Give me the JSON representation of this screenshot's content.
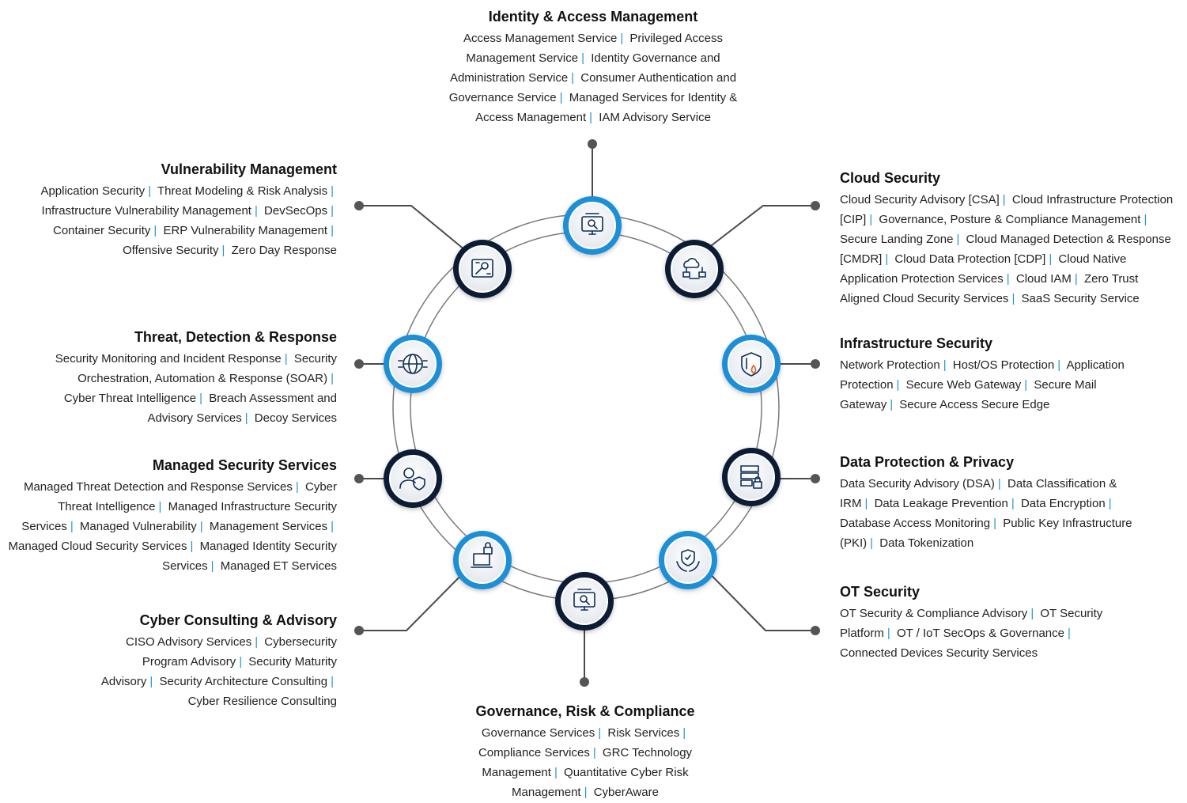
{
  "colors": {
    "accent_blue": "#1e8fd6",
    "navy": "#0f1b36",
    "connector": "#4a4a4a",
    "separator": "#2196d3"
  },
  "sections": [
    {
      "id": "iam",
      "title": "Identity & Access Management",
      "icon": "monitor-search-icon",
      "ring": "blue",
      "items": [
        "Access Management Service",
        "Privileged Access Management  Service",
        "Identity Governance and Administration Service",
        "Consumer Authentication and Governance Service",
        "Managed Services for Identity & Access Management",
        "IAM Advisory Service"
      ]
    },
    {
      "id": "cloud",
      "title": "Cloud Security",
      "icon": "cloud-network-icon",
      "ring": "navy",
      "items": [
        "Cloud Security Advisory [CSA]",
        "Cloud Infrastructure Protection [CIP]",
        "Governance, Posture & Compliance Management",
        "Secure Landing Zone",
        "Cloud Managed Detection & Response [CMDR]",
        "Cloud Data Protection [CDP]",
        "Cloud Native Application Protection Services",
        "Cloud IAM",
        "Zero Trust Aligned Cloud Security Services",
        "SaaS Security Service"
      ]
    },
    {
      "id": "infra",
      "title": "Infrastructure Security",
      "icon": "shield-fire-icon",
      "ring": "blue",
      "items": [
        "Network Protection",
        "Host/OS Protection",
        "Application Protection",
        "Secure Web Gateway",
        "Secure Mail Gateway",
        "Secure Access Secure Edge"
      ]
    },
    {
      "id": "data",
      "title": "Data Protection & Privacy",
      "icon": "server-lock-icon",
      "ring": "navy",
      "items": [
        "Data Security Advisory (DSA)",
        "Data Classification & IRM",
        "Data Leakage Prevention",
        "Data Encryption",
        "Database Access Monitoring",
        "Public Key Infrastructure (PKI)",
        "Data Tokenization"
      ]
    },
    {
      "id": "ot",
      "title": "OT Security",
      "icon": "hands-shield-icon",
      "ring": "blue",
      "items": [
        "OT Security & Compliance Advisory",
        "OT Security Platform",
        "OT / IoT SecOps & Governance",
        "Connected Devices Security Services"
      ]
    },
    {
      "id": "grc",
      "title": "Governance, Risk & Compliance",
      "icon": "monitor-search-icon",
      "ring": "navy",
      "items": [
        "Governance Services",
        "Risk Services",
        "Compliance Services",
        "GRC Technology Management",
        "Quantitative Cyber Risk Management",
        "CyberAware"
      ]
    },
    {
      "id": "consulting",
      "title": "Cyber Consulting  & Advisory",
      "icon": "laptop-lock-icon",
      "ring": "blue",
      "items": [
        "CISO Advisory Services",
        "Cybersecurity Program Advisory",
        "Security Maturity Advisory",
        "Security Architecture Consulting",
        "Cyber Resilience Consulting"
      ]
    },
    {
      "id": "mss",
      "title": "Managed Security Services",
      "icon": "user-shield-icon",
      "ring": "navy",
      "items": [
        "Managed Threat Detection and Response Services",
        "Cyber Threat Intelligence",
        "Managed Infrastructure Security Services",
        "Managed Vulnerability",
        "Management Services",
        "Managed Cloud Security Services",
        "Managed Identity Security Services",
        "Managed ET Services"
      ]
    },
    {
      "id": "tdr",
      "title": "Threat, Detection & Response",
      "icon": "globe-shield-icon",
      "ring": "blue",
      "items": [
        "Security Monitoring and Incident Response",
        "Security Orchestration, Automation & Response (SOAR)",
        "Cyber Threat Intelligence",
        "Breach Assessment and Advisory Services",
        "Decoy Services"
      ]
    },
    {
      "id": "vuln",
      "title": "Vulnerability Management",
      "icon": "board-wrench-icon",
      "ring": "navy",
      "items": [
        "Application Security",
        "Threat Modeling & Risk Analysis",
        "Infrastructure Vulnerability Management",
        "DevSecOps",
        "Container Security",
        "ERP Vulnerability Management",
        "Offensive Security",
        "Zero Day Response"
      ]
    }
  ]
}
